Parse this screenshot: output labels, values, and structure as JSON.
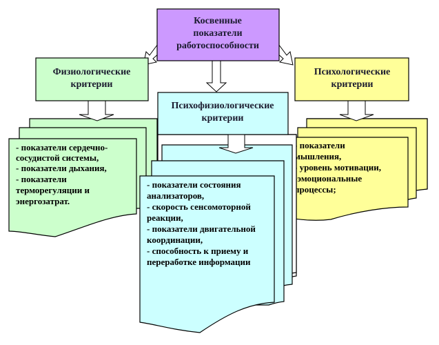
{
  "diagram": {
    "root": {
      "lines": [
        "Косвенные",
        "показатели",
        "работоспособности"
      ],
      "color": "#CC99FF"
    },
    "categories": [
      {
        "id": "physiological",
        "title_lines": [
          "Физиологические",
          "критерии"
        ],
        "color": "#CCFFCC",
        "items_lines": [
          "- показатели сердечно-",
          "сосудистой системы,",
          "- показатели дыхания,",
          "- показатели",
          "терморегуляции и",
          "энергозатрат."
        ]
      },
      {
        "id": "psychophysiological",
        "title_lines": [
          "Психофизиологические",
          "критерии"
        ],
        "color": "#CCFFFF",
        "items_lines": [
          "- показатели состояния",
          "анализаторов,",
          "- скорость сенсомоторной",
          "реакции,",
          "- показатели двигательной",
          "координации,",
          "- способность к приему и",
          "переработке информации"
        ]
      },
      {
        "id": "psychological",
        "title_lines": [
          "Психологические",
          "критерии"
        ],
        "color": "#FFFF99",
        "items_lines": [
          "- показатели",
          "мышления,",
          "- уровень мотивации,",
          "-эмоциональные",
          "процессы;"
        ]
      }
    ]
  }
}
